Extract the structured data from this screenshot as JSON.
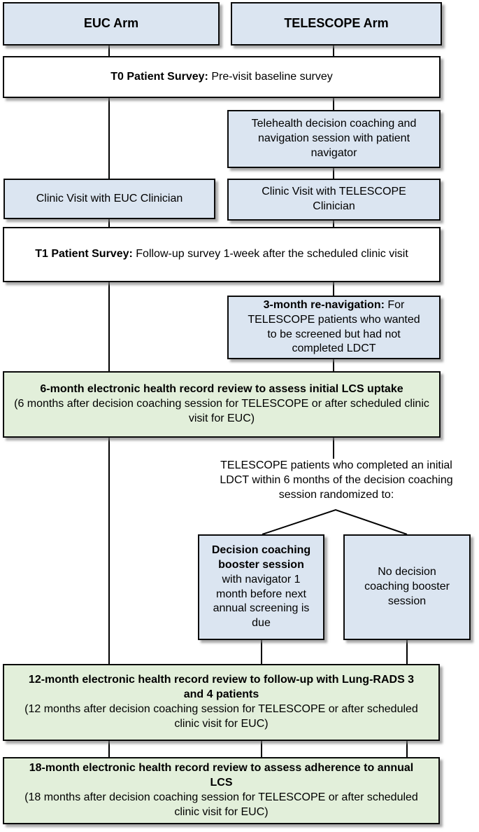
{
  "title": "TELESCOPE trial study flow diagram",
  "colors": {
    "arm_box_fill": "#dbe5f1",
    "ehr_box_fill": "#e2efda",
    "survey_box_fill": "#ffffff",
    "border": "#0a0a0a",
    "connector": "#000000",
    "shadow": "#7d7d7d"
  },
  "headers": {
    "euc": "EUC Arm",
    "telescope": "TELESCOPE Arm"
  },
  "boxes": {
    "t0": {
      "bold": "T0 Patient Survey:",
      "rest": " Pre-visit baseline survey"
    },
    "telehealth": {
      "text": "Telehealth decision coaching and navigation session with patient navigator"
    },
    "clinic_euc": {
      "text": "Clinic Visit with EUC Clinician"
    },
    "clinic_telescope": {
      "text": "Clinic Visit with TELESCOPE Clinician"
    },
    "t1": {
      "bold": "T1 Patient Survey:",
      "rest": " Follow-up survey 1-week after the scheduled clinic visit"
    },
    "renav": {
      "bold": "3-month re-navigation:",
      "rest": " For TELESCOPE patients who wanted to be screened but had not completed LDCT"
    },
    "six_month": {
      "bold": "6-month electronic health record review to assess initial LCS uptake",
      "rest": "(6 months after decision coaching session for TELESCOPE or after scheduled clinic visit for EUC)"
    },
    "randomization_note": "TELESCOPE patients who completed an initial LDCT within 6 months of the decision coaching session randomized to:",
    "booster": {
      "bold": "Decision coaching booster session",
      "rest": " with navigator 1 month before next annual screening is due"
    },
    "no_booster": {
      "text": "No decision coaching booster session"
    },
    "twelve_month": {
      "bold": "12-month electronic health record review to follow-up with Lung-RADS 3 and 4 patients",
      "rest": "(12 months after decision coaching session for TELESCOPE or after scheduled clinic visit for EUC)"
    },
    "eighteen_month": {
      "bold": "18-month electronic health record review to assess adherence to annual LCS",
      "rest": "(18 months after decision coaching session for TELESCOPE or after scheduled clinic visit for EUC)"
    }
  }
}
